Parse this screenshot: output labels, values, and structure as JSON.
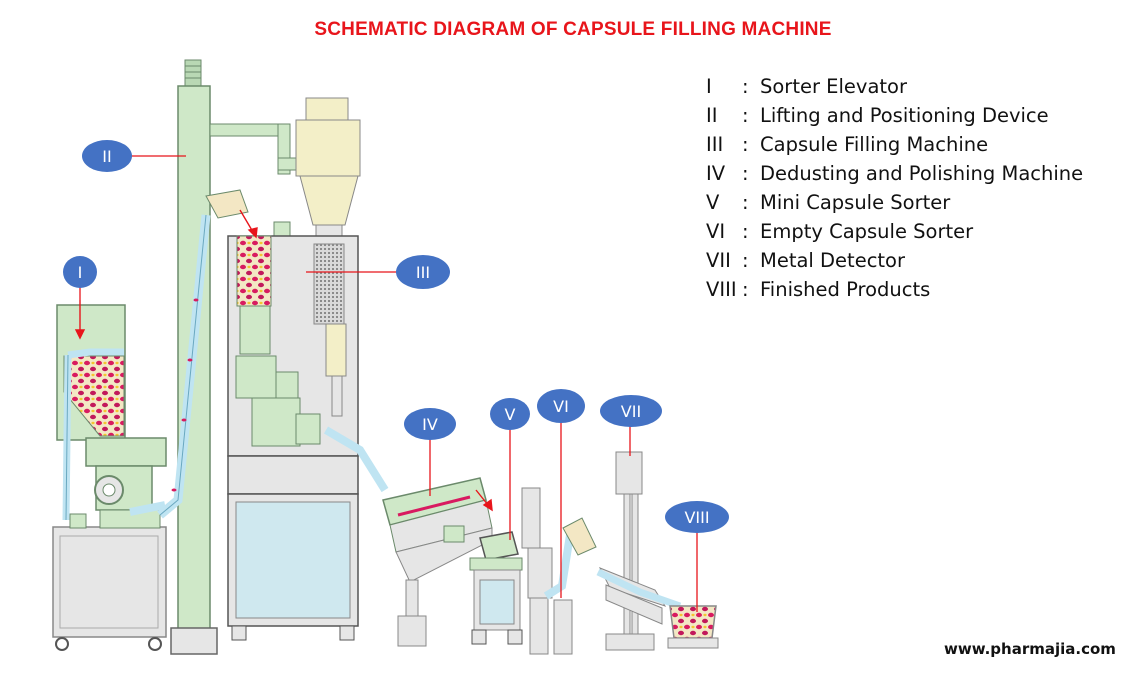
{
  "title": "SCHEMATIC DIAGRAM OF CAPSULE FILLING MACHINE",
  "legend": [
    {
      "numeral": "I",
      "separator": ":",
      "label": "Sorter Elevator"
    },
    {
      "numeral": "II",
      "separator": ":",
      "label": "Lifting and Positioning Device"
    },
    {
      "numeral": "III",
      "separator": ":",
      "label": "Capsule Filling Machine"
    },
    {
      "numeral": "IV",
      "separator": ":",
      "label": "Dedusting and Polishing Machine"
    },
    {
      "numeral": "V",
      "separator": ":",
      "label": "Mini Capsule Sorter"
    },
    {
      "numeral": "VI",
      "separator": ":",
      "label": "Empty Capsule Sorter"
    },
    {
      "numeral": "VII",
      "separator": ":",
      "label": "Metal Detector"
    },
    {
      "numeral": "VIII",
      "separator": ":",
      "label": "Finished Products"
    }
  ],
  "callouts": [
    "I",
    "II",
    "III",
    "IV",
    "V",
    "VI",
    "VII",
    "VIII"
  ],
  "website": "www.pharmajia.com",
  "colors": {
    "title": "#e8151b",
    "callout_fill": "#4472c4",
    "leader_line": "#e8151b",
    "machine_body": "#cfe8c8",
    "machine_outline": "#6b8a6b",
    "panel_grey": "#e6e6e6",
    "conveyor_blue": "#bfe4f2",
    "capsule": "#d81b60"
  }
}
